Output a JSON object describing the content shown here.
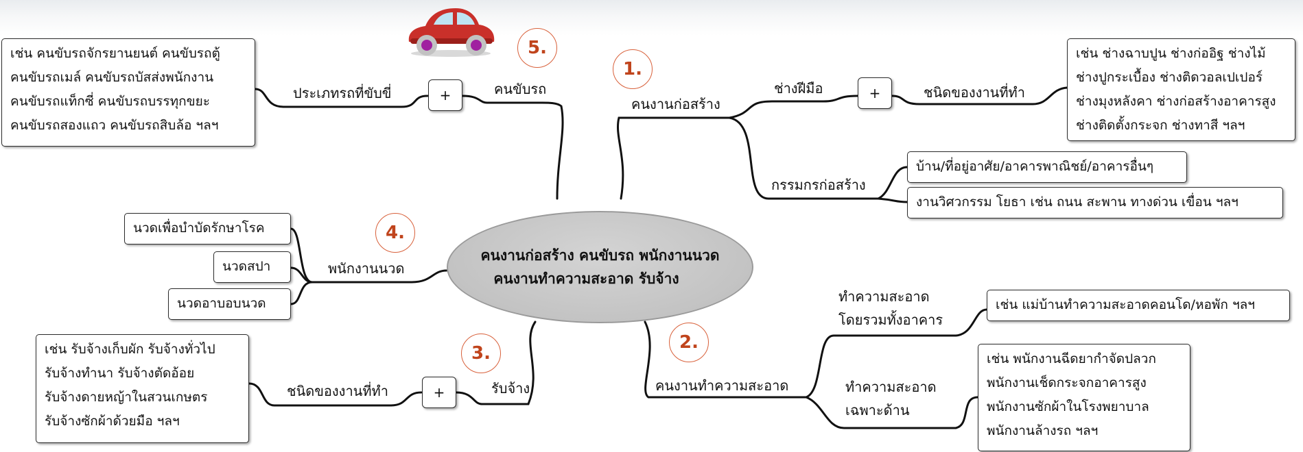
{
  "center": {
    "line1": "คนงานก่อสร้าง คนขับรถ พนักงานนวด",
    "line2": "คนงานทำความสะอาด  รับจ้าง"
  },
  "branches": {
    "b1": {
      "number": "1.",
      "label": "คนงานก่อสร้าง",
      "skilled": {
        "label": "ช่างฝีมือ",
        "plus": "+",
        "sub_label": "ชนิดของงานที่ทำ",
        "detail": [
          "เช่น ช่างฉาบปูน ช่างก่ออิฐ ช่างไม้",
          "ช่างปูกระเบื้อง ช่างติดวอลเปเปอร์",
          "ช่างมุงหลังคา ช่างก่อสร้างอาคารสูง",
          "ช่างติดตั้งกระจก  ช่างทาสี ฯลฯ"
        ]
      },
      "laborer": {
        "label": "กรรมกรก่อสร้าง",
        "item1": "บ้าน/ที่อยู่อาศัย/อาคารพาณิชย์/อาคารอื่นๆ",
        "item2": "งานวิศวกรรม โยธา เช่น ถนน สะพาน ทางด่วน เขื่อน ฯลฯ"
      }
    },
    "b2": {
      "number": "2.",
      "label": "คนงานทำความสะอาด",
      "whole": {
        "label_line1": "ทำความสะอาด",
        "label_line2": "โดยรวมทั้งอาคาร",
        "detail": "เช่น แม่บ้านทำความสะอาดคอนโด/หอพัก ฯลฯ"
      },
      "specific": {
        "label_line1": "ทำความสะอาด",
        "label_line2": "เฉพาะด้าน",
        "detail": [
          "เช่น พนักงานฉีดยากำจัดปลวก",
          "พนักงานเช็ดกระจกอาคารสูง",
          "พนักงานซักผ้าในโรงพยาบาล",
          "พนักงานล้างรถ   ฯลฯ"
        ]
      }
    },
    "b3": {
      "number": "3.",
      "label": "รับจ้าง",
      "plus": "+",
      "sub_label": "ชนิดของงานที่ทำ",
      "detail": [
        "เช่น รับจ้างเก็บผัก รับจ้างทั่วไป",
        "รับจ้างทำนา รับจ้างตัดอ้อย",
        "รับจ้างดายหญ้าในสวนเกษตร",
        "รับจ้างซักผ้าด้วยมือ ฯลฯ"
      ]
    },
    "b4": {
      "number": "4.",
      "label": "พนักงานนวด",
      "items": [
        "นวดเพื่อบำบัดรักษาโรค",
        "นวดสปา",
        "นวดอาบอบนวด"
      ]
    },
    "b5": {
      "number": "5.",
      "label": "คนขับรถ",
      "plus": "+",
      "sub_label": "ประเภทรถที่ขับขี่",
      "detail": [
        "เช่น คนขับรถจักรยานยนต์ คนขับรถตู้",
        "คนขับรถเมล์ คนขับรถบัสส่งพนักงาน",
        "คนขับรถแท็กซี่ คนขับรถบรรทุกขยะ",
        "คนขับรถสองแถว คนขับรถสิบล้อ ฯลฯ"
      ]
    }
  },
  "colors": {
    "number_text": "#c0441c",
    "number_ring": "#d8603a",
    "center_fill": "#c3c3c3",
    "car_body": "#c9302a",
    "car_wheel": "#a020a0"
  },
  "icons": {
    "car": "red-toy-car-icon"
  }
}
